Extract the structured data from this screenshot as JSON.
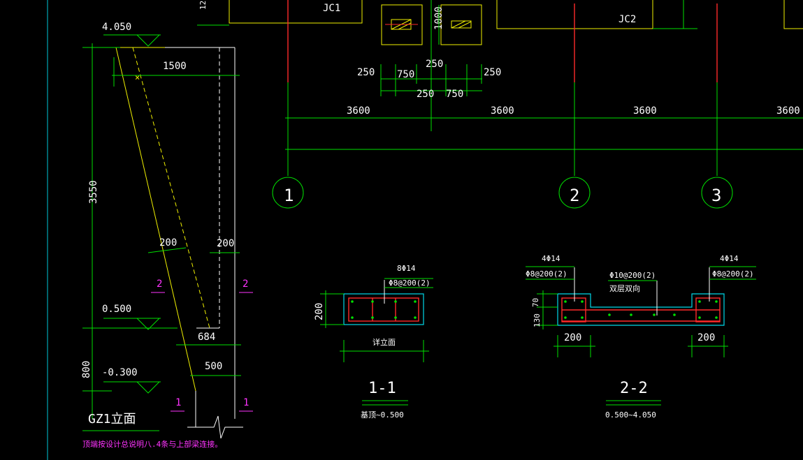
{
  "colors": {
    "background": "#000000",
    "dimension_green": "#00e000",
    "outline_yellow": "#f0f000",
    "text_white": "#ffffff",
    "rebar_red": "#ff2a2a",
    "section_cyan": "#00d8e8",
    "marker_magenta": "#ff33ff"
  },
  "top": {
    "jc1_label": "JC1",
    "jc2_label": "JC2",
    "dims_row1": [
      "250",
      "750",
      "250",
      "250"
    ],
    "dims_row2": [
      "250",
      "750"
    ],
    "dim_1000": "1000",
    "spans": [
      "3600",
      "3600",
      "3600",
      "3600"
    ]
  },
  "axes": [
    "1",
    "2",
    "3"
  ],
  "gz1": {
    "elev_top": "4.050",
    "elev_mid": "0.500",
    "elev_bot": "-0.300",
    "dim_1500": "1500",
    "dim_3550": "3550",
    "dim_800": "800",
    "dim_200a": "200",
    "dim_200b": "200",
    "dim_684": "684",
    "dim_500": "500",
    "cut2_left": "2",
    "cut2_right": "2",
    "cut1_left": "1",
    "cut1_right": "1",
    "title": "GZ1立面",
    "note": "顶端按设计总说明八.4条与上部梁连接。"
  },
  "section11": {
    "rebar_main": "8Φ14",
    "stirrup": "Φ8@200(2)",
    "dim_200": "200",
    "width_label": "详立面",
    "title": "1-1",
    "subtitle": "基顶~0.500"
  },
  "section22": {
    "rebar_left": "4Φ14",
    "stirrup_left": "Φ8@200(2)",
    "rebar_mid": "Φ10@200(2)",
    "mid_note": "双层双向",
    "rebar_right": "4Φ14",
    "stirrup_right": "Φ8@200(2)",
    "dim_70": "70",
    "dim_130": "130",
    "dim_200_left": "200",
    "dim_200_right": "200",
    "title": "2-2",
    "subtitle": "0.500~4.050"
  }
}
